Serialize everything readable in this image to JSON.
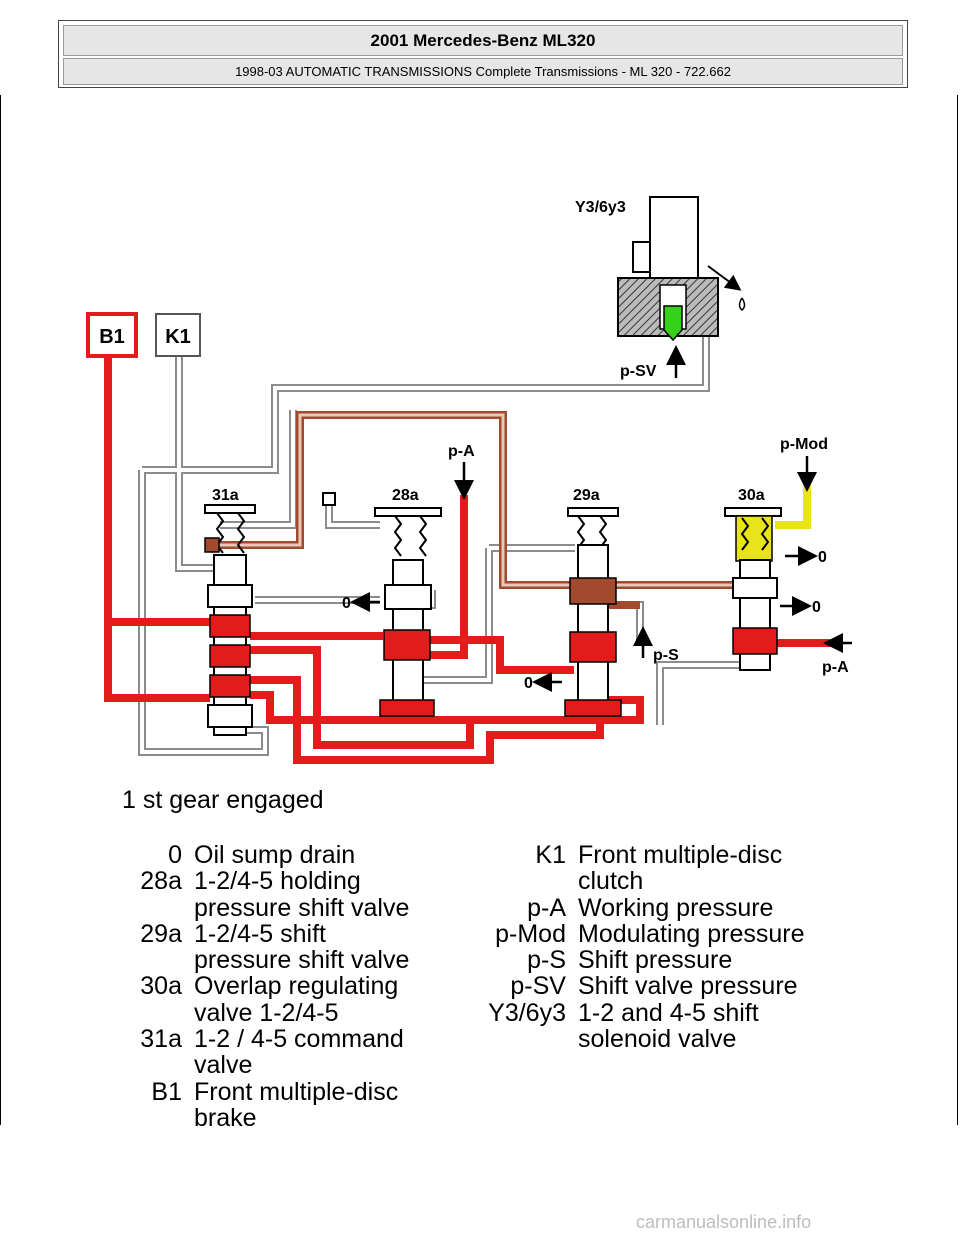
{
  "header": {
    "title": "2001 Mercedes-Benz ML320",
    "subtitle": "1998-03 AUTOMATIC TRANSMISSIONS Complete Transmissions - ML 320 - 722.662"
  },
  "diagram": {
    "boxes": {
      "b1": "B1",
      "k1": "K1"
    },
    "valves": {
      "v31a": "31a",
      "v28a": "28a",
      "v29a": "29a",
      "v30a": "30a"
    },
    "solenoid": "Y3/6y3",
    "labels": {
      "psv": "p-SV",
      "pa_top": "p-A",
      "pmod": "p-Mod",
      "ps": "p-S",
      "pa_right": "p-A",
      "zero_28a": "0",
      "zero_29a": "0",
      "zero_30a_1": "0",
      "zero_30a_2": "0"
    },
    "colors": {
      "red": "#e31b1b",
      "brown": "#a14a2e",
      "green": "#36d11a",
      "yellow": "#e9e41a",
      "gray": "#8c8c8c"
    }
  },
  "caption": "1 st gear engaged",
  "legend_left": [
    {
      "code": "0",
      "lines": [
        "Oil sump drain"
      ]
    },
    {
      "code": "28a",
      "lines": [
        "1-2/4-5 holding",
        "pressure shift valve"
      ]
    },
    {
      "code": "29a",
      "lines": [
        "1-2/4-5 shift",
        "pressure shift valve"
      ]
    },
    {
      "code": "30a",
      "lines": [
        "Overlap regulating",
        "valve 1-2/4-5"
      ]
    },
    {
      "code": "31a",
      "lines": [
        "1-2 / 4-5 command",
        "valve"
      ]
    },
    {
      "code": "B1",
      "lines": [
        "Front multiple-disc",
        "brake"
      ]
    }
  ],
  "legend_right": [
    {
      "code": "K1",
      "lines": [
        "Front multiple-disc",
        "clutch"
      ]
    },
    {
      "code": "p-A",
      "lines": [
        "Working pressure"
      ]
    },
    {
      "code": "p-Mod",
      "lines": [
        "Modulating pressure"
      ]
    },
    {
      "code": "p-S",
      "lines": [
        "Shift pressure"
      ]
    },
    {
      "code": "p-SV",
      "lines": [
        "Shift valve pressure"
      ]
    },
    {
      "code": "Y3/6y3",
      "lines": [
        "1-2 and 4-5 shift",
        "solenoid valve"
      ]
    }
  ],
  "watermark": "carmanualsonline.info"
}
